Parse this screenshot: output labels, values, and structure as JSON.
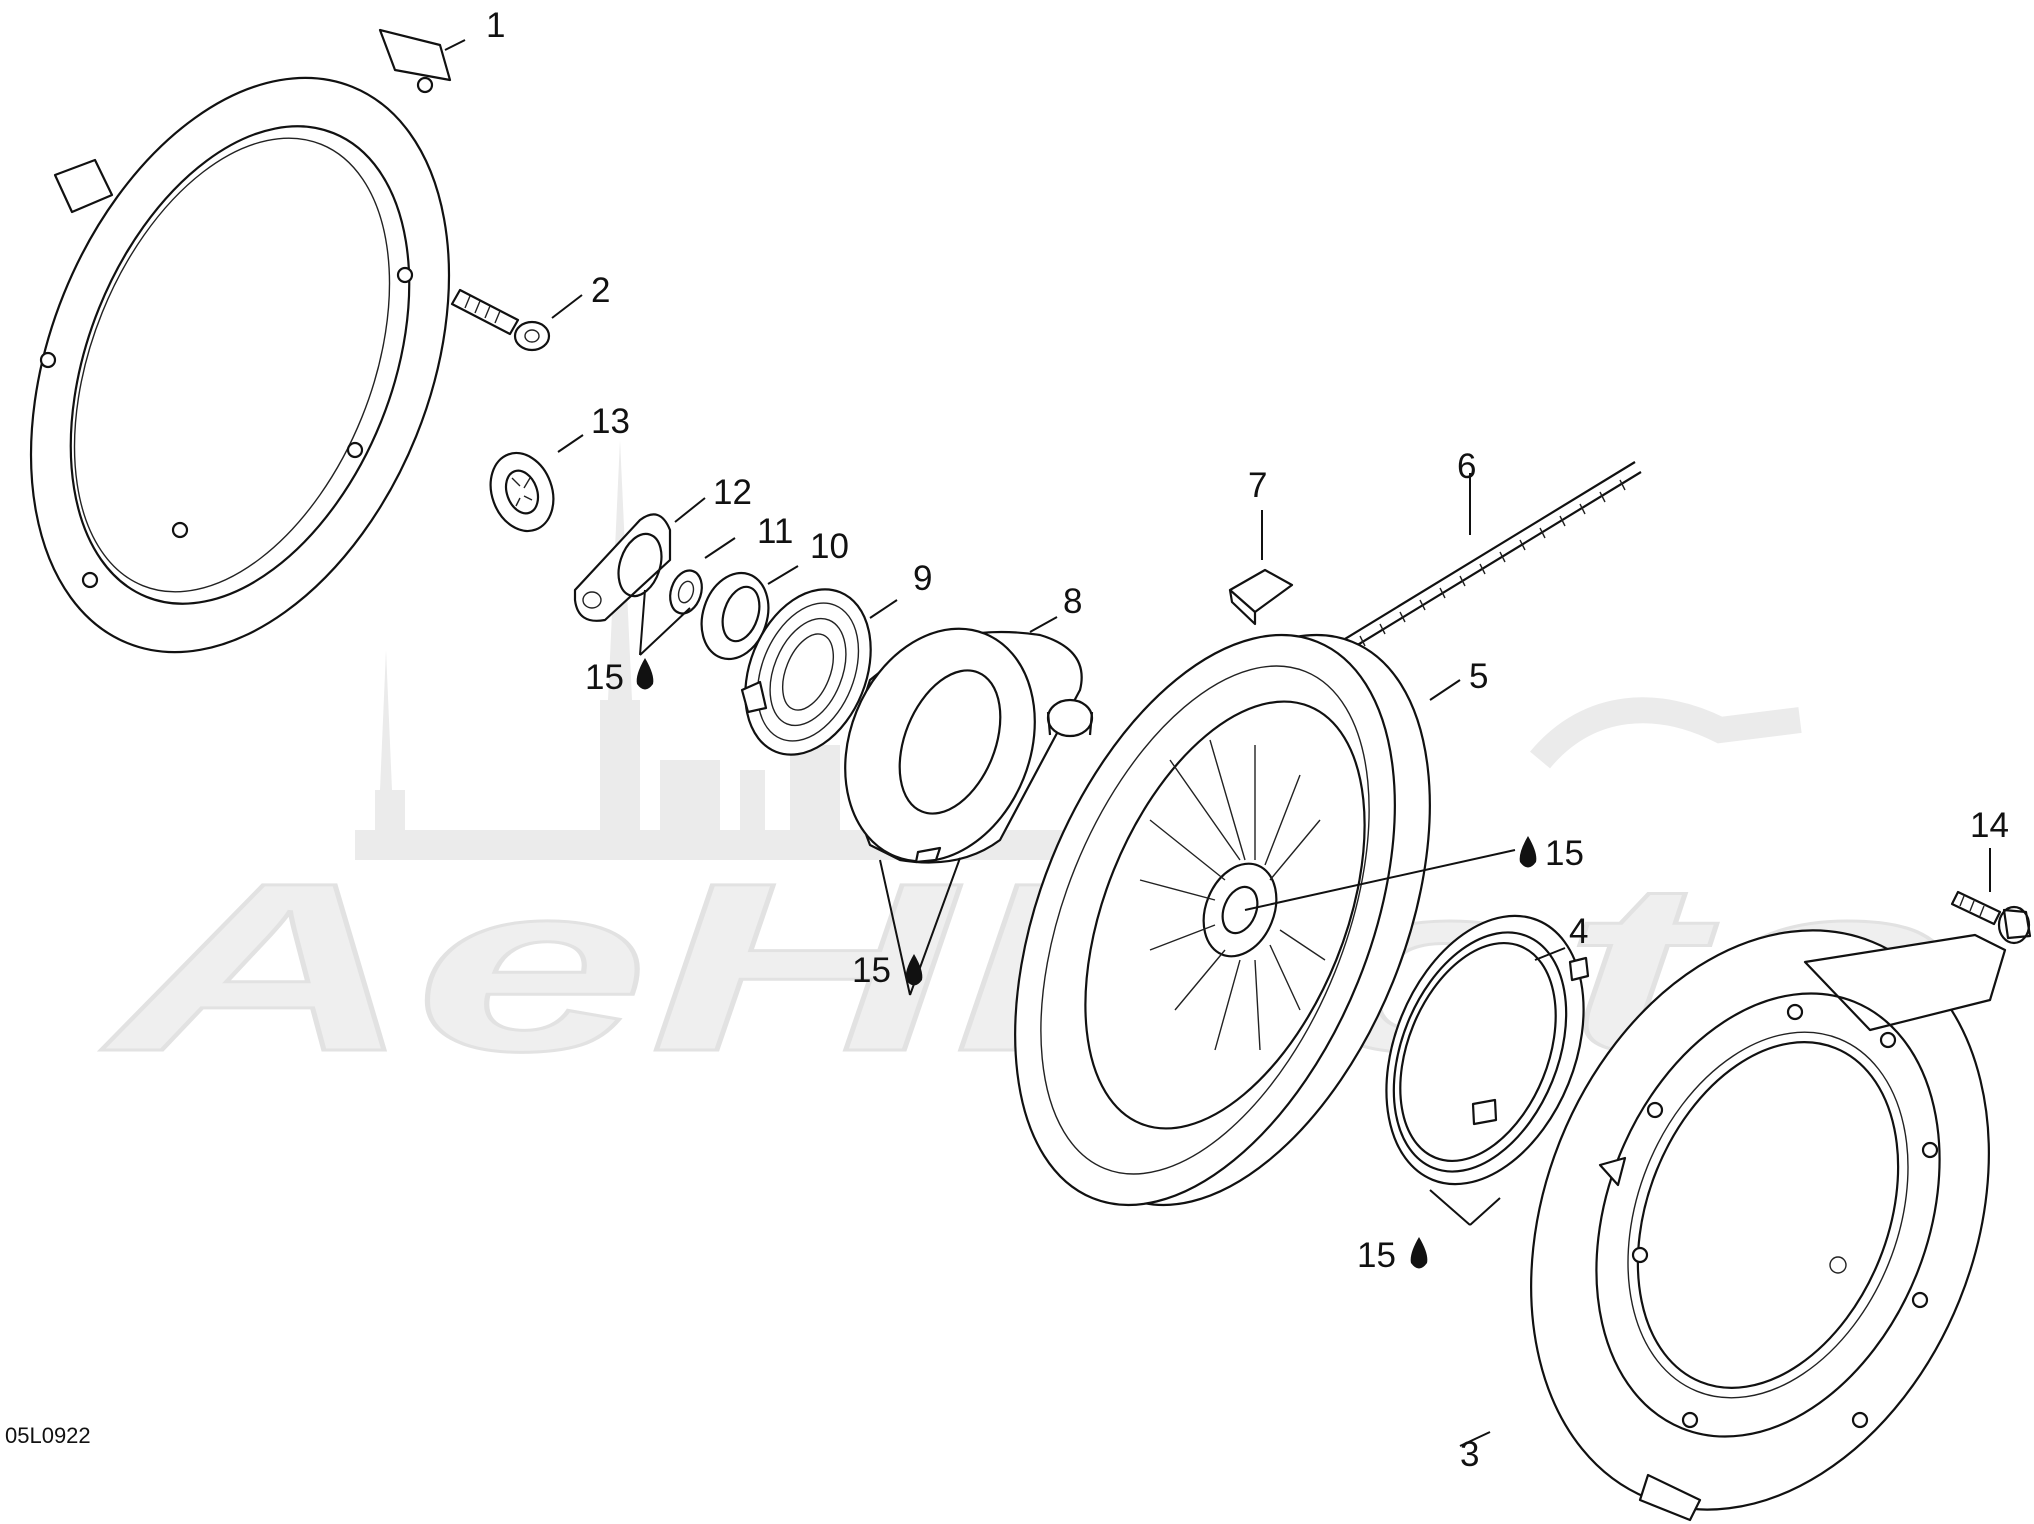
{
  "drawing_id": "05L0922",
  "watermark": "AeHMoto",
  "callouts": {
    "p1": "1",
    "p2": "2",
    "p3": "3",
    "p4": "4",
    "p5": "5",
    "p6": "6",
    "p7": "7",
    "p8": "8",
    "p9": "9",
    "p10": "10",
    "p11": "11",
    "p12": "12",
    "p13": "13",
    "p14": "14",
    "p15a": "15",
    "p15b": "15",
    "p15c": "15",
    "p15d": "15"
  },
  "colors": {
    "line": "#111111",
    "watermark": "#e9e9e9",
    "background": "#ffffff"
  }
}
